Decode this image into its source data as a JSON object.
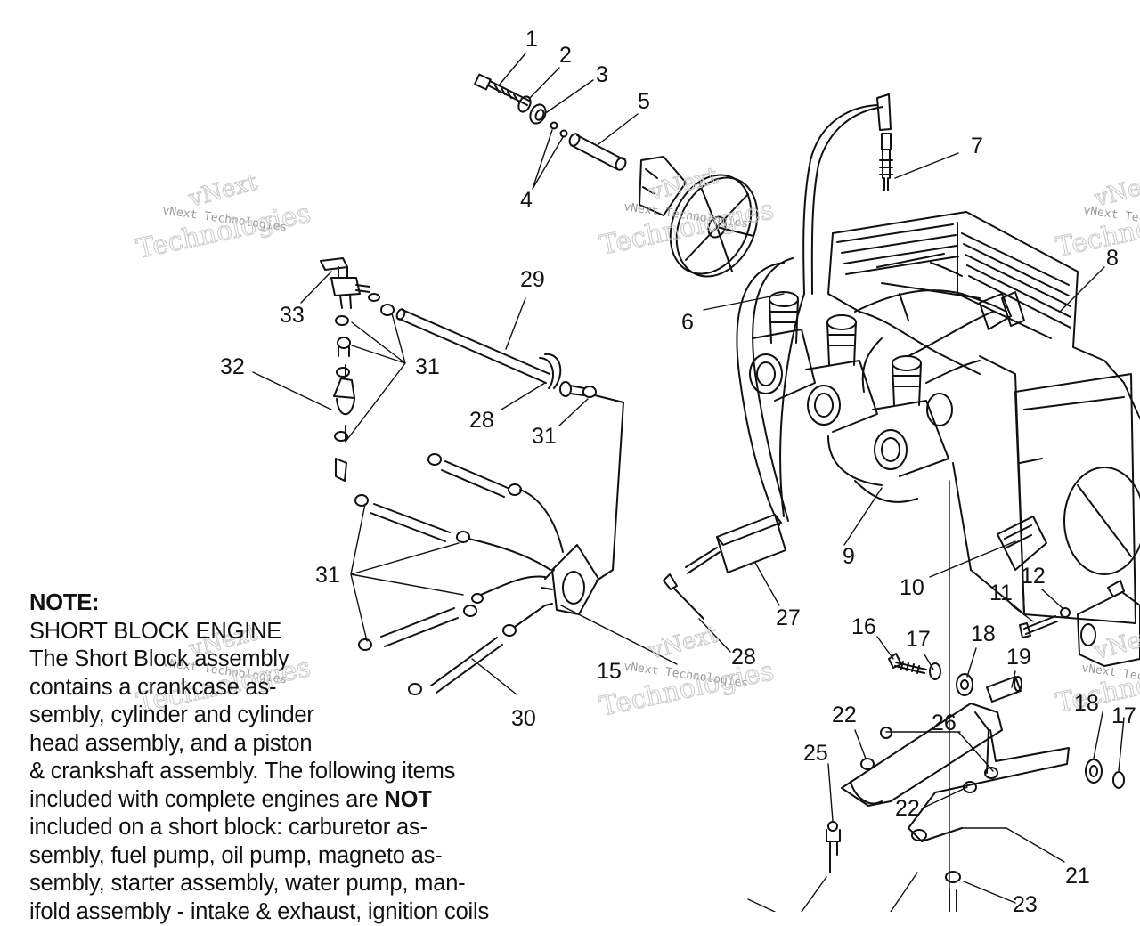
{
  "callouts": {
    "c1": "1",
    "c2": "2",
    "c3": "3",
    "c4": "4",
    "c5": "5",
    "c6": "6",
    "c7": "7",
    "c8": "8",
    "c9": "9",
    "c10": "10",
    "c11": "11",
    "c12": "12",
    "c15": "15",
    "c16": "16",
    "c17a": "17",
    "c17b": "17",
    "c18a": "18",
    "c18b": "18",
    "c19": "19",
    "c21": "21",
    "c22a": "22",
    "c22b": "22",
    "c23": "23",
    "c25": "25",
    "c26": "26",
    "c27": "27",
    "c28a": "28",
    "c28b": "28",
    "c29": "29",
    "c30": "30",
    "c31a": "31",
    "c31b": "31",
    "c31c": "31",
    "c32": "32",
    "c33": "33"
  },
  "watermark": {
    "brand": "vNext",
    "word": "Technologies",
    "small": "vNext Technologies"
  },
  "note": {
    "title": "NOTE:",
    "body_start": "SHORT BLOCK ENGINE\nThe Short Block assembly\ncontains a crankcase as-\nsembly, cylinder and cylinder\nhead assembly, and a piston\n& crankshaft assembly.  The following items\nincluded with complete engines are ",
    "body_bold": "NOT",
    "body_end": "\nincluded on a short block:  carburetor as-\nsembly, fuel pump, oil pump, magneto as-\nsembly, starter assembly, water pump, man-\nifold assembly - intake & exhaust, ignition coils"
  }
}
